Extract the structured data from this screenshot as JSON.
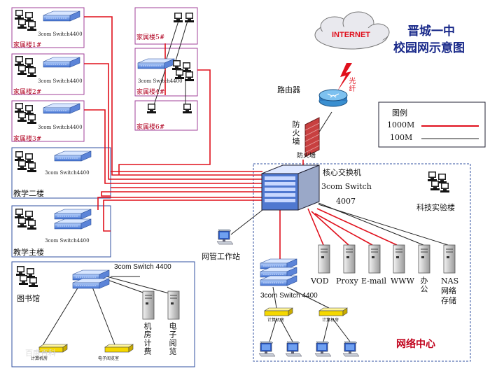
{
  "title": {
    "line1": "晋城一中",
    "line2": "校园网示意图"
  },
  "internet": {
    "label": "INTERNET",
    "fiber_label": "光纤"
  },
  "router": {
    "label": "路由器"
  },
  "firewall": {
    "label": "防火墙",
    "sub_label": "防火墙"
  },
  "legend": {
    "title": "图例",
    "items": [
      {
        "label": "1000M",
        "color": "#e0101c"
      },
      {
        "label": "100M",
        "color": "#222222"
      }
    ]
  },
  "core_switch": {
    "label": "核心交换机",
    "model_line1": "3com Switch",
    "model_line2": "4007"
  },
  "tech_lab": {
    "label": "科技实验楼"
  },
  "mgmt_station": {
    "label": "网管工作站"
  },
  "family_buildings": [
    {
      "label": "家属楼1#",
      "switch": "3com Switch4400"
    },
    {
      "label": "家属楼2#",
      "switch": "3com Switch4400"
    },
    {
      "label": "家属楼3#",
      "switch": "3com Switch4400"
    },
    {
      "label": "家属楼4#",
      "switch": "3com Switch4400"
    },
    {
      "label": "家属楼5#",
      "switch": ""
    },
    {
      "label": "家属楼6#",
      "switch": ""
    }
  ],
  "teaching2": {
    "label": "教学二楼",
    "switch": "3com Switch4400"
  },
  "teaching_main": {
    "label": "教学主楼",
    "switch": "3com Switch4400"
  },
  "library": {
    "label": "图书馆",
    "switch": "3com Switch 4400",
    "servers": [
      "机房计费",
      "电子阅览"
    ],
    "hubs": [
      "计算机房",
      "电子阅览室"
    ],
    "watermark": "百度百科"
  },
  "network_center": {
    "label": "网络中心",
    "switch": "3com Switch 4400",
    "servers": [
      "VOD",
      "Proxy",
      "E-mail",
      "WWW",
      "办公",
      "NAS网络存储"
    ],
    "hubs": [
      "计算机房",
      "计算机房"
    ]
  },
  "colors": {
    "gigabit": "#e0101c",
    "fast": "#222222",
    "title": "#1a2a8a",
    "frame": "#a0409a",
    "dash": "#3050a0"
  }
}
